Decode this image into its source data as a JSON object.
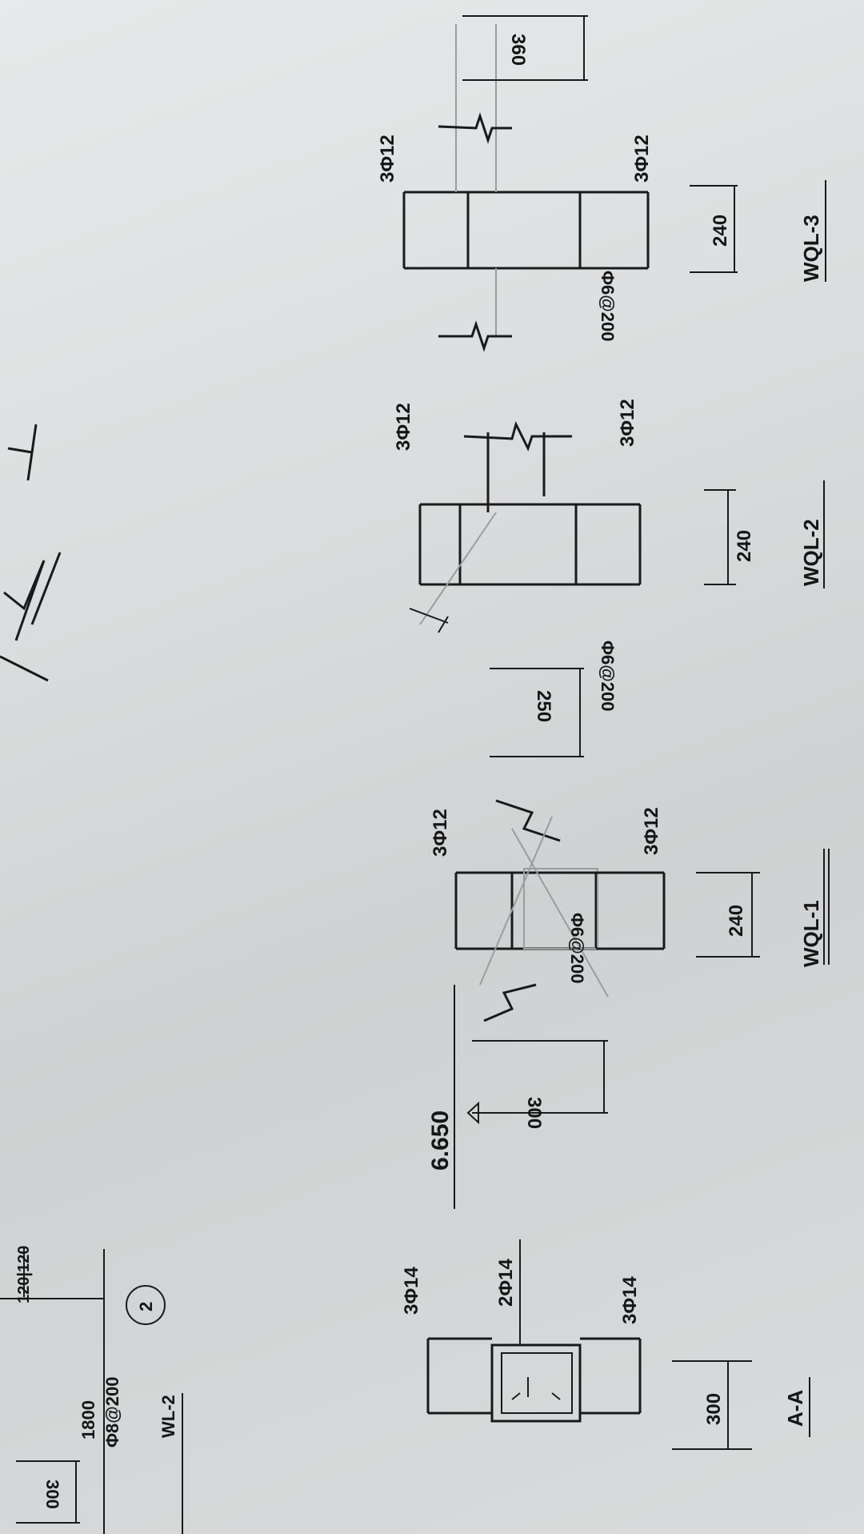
{
  "drawing": {
    "top_left": {
      "dim_1800": "1800",
      "rebar_spec": "Φ8@200",
      "label": "WL-2",
      "circle_num": "2",
      "dim_120_120": "120|120",
      "dim_300": "300"
    },
    "section_AA": {
      "title": "A-A",
      "bar_top": "3Φ14",
      "bar_mid": "2Φ14",
      "bar_bot": "3Φ14",
      "dim_width": "300"
    },
    "elevation": {
      "level": "6.650",
      "dim_300": "300"
    },
    "WQL1": {
      "title": "WQL-1",
      "bar_top": "3Φ12",
      "bar_bot": "3Φ12",
      "stirrup": "Φ6@200",
      "dim_width": "240"
    },
    "WQL2": {
      "title": "WQL-2",
      "bar_top": "3Φ12",
      "bar_bot": "3Φ12",
      "stirrup": "Φ6@200",
      "dim_width": "240",
      "dim_250": "250"
    },
    "WQL3": {
      "title": "WQL-3",
      "bar_top": "3Φ12",
      "bar_bot": "3Φ12",
      "stirrup": "Φ6@200",
      "dim_width": "240",
      "dim_360": "360"
    }
  }
}
